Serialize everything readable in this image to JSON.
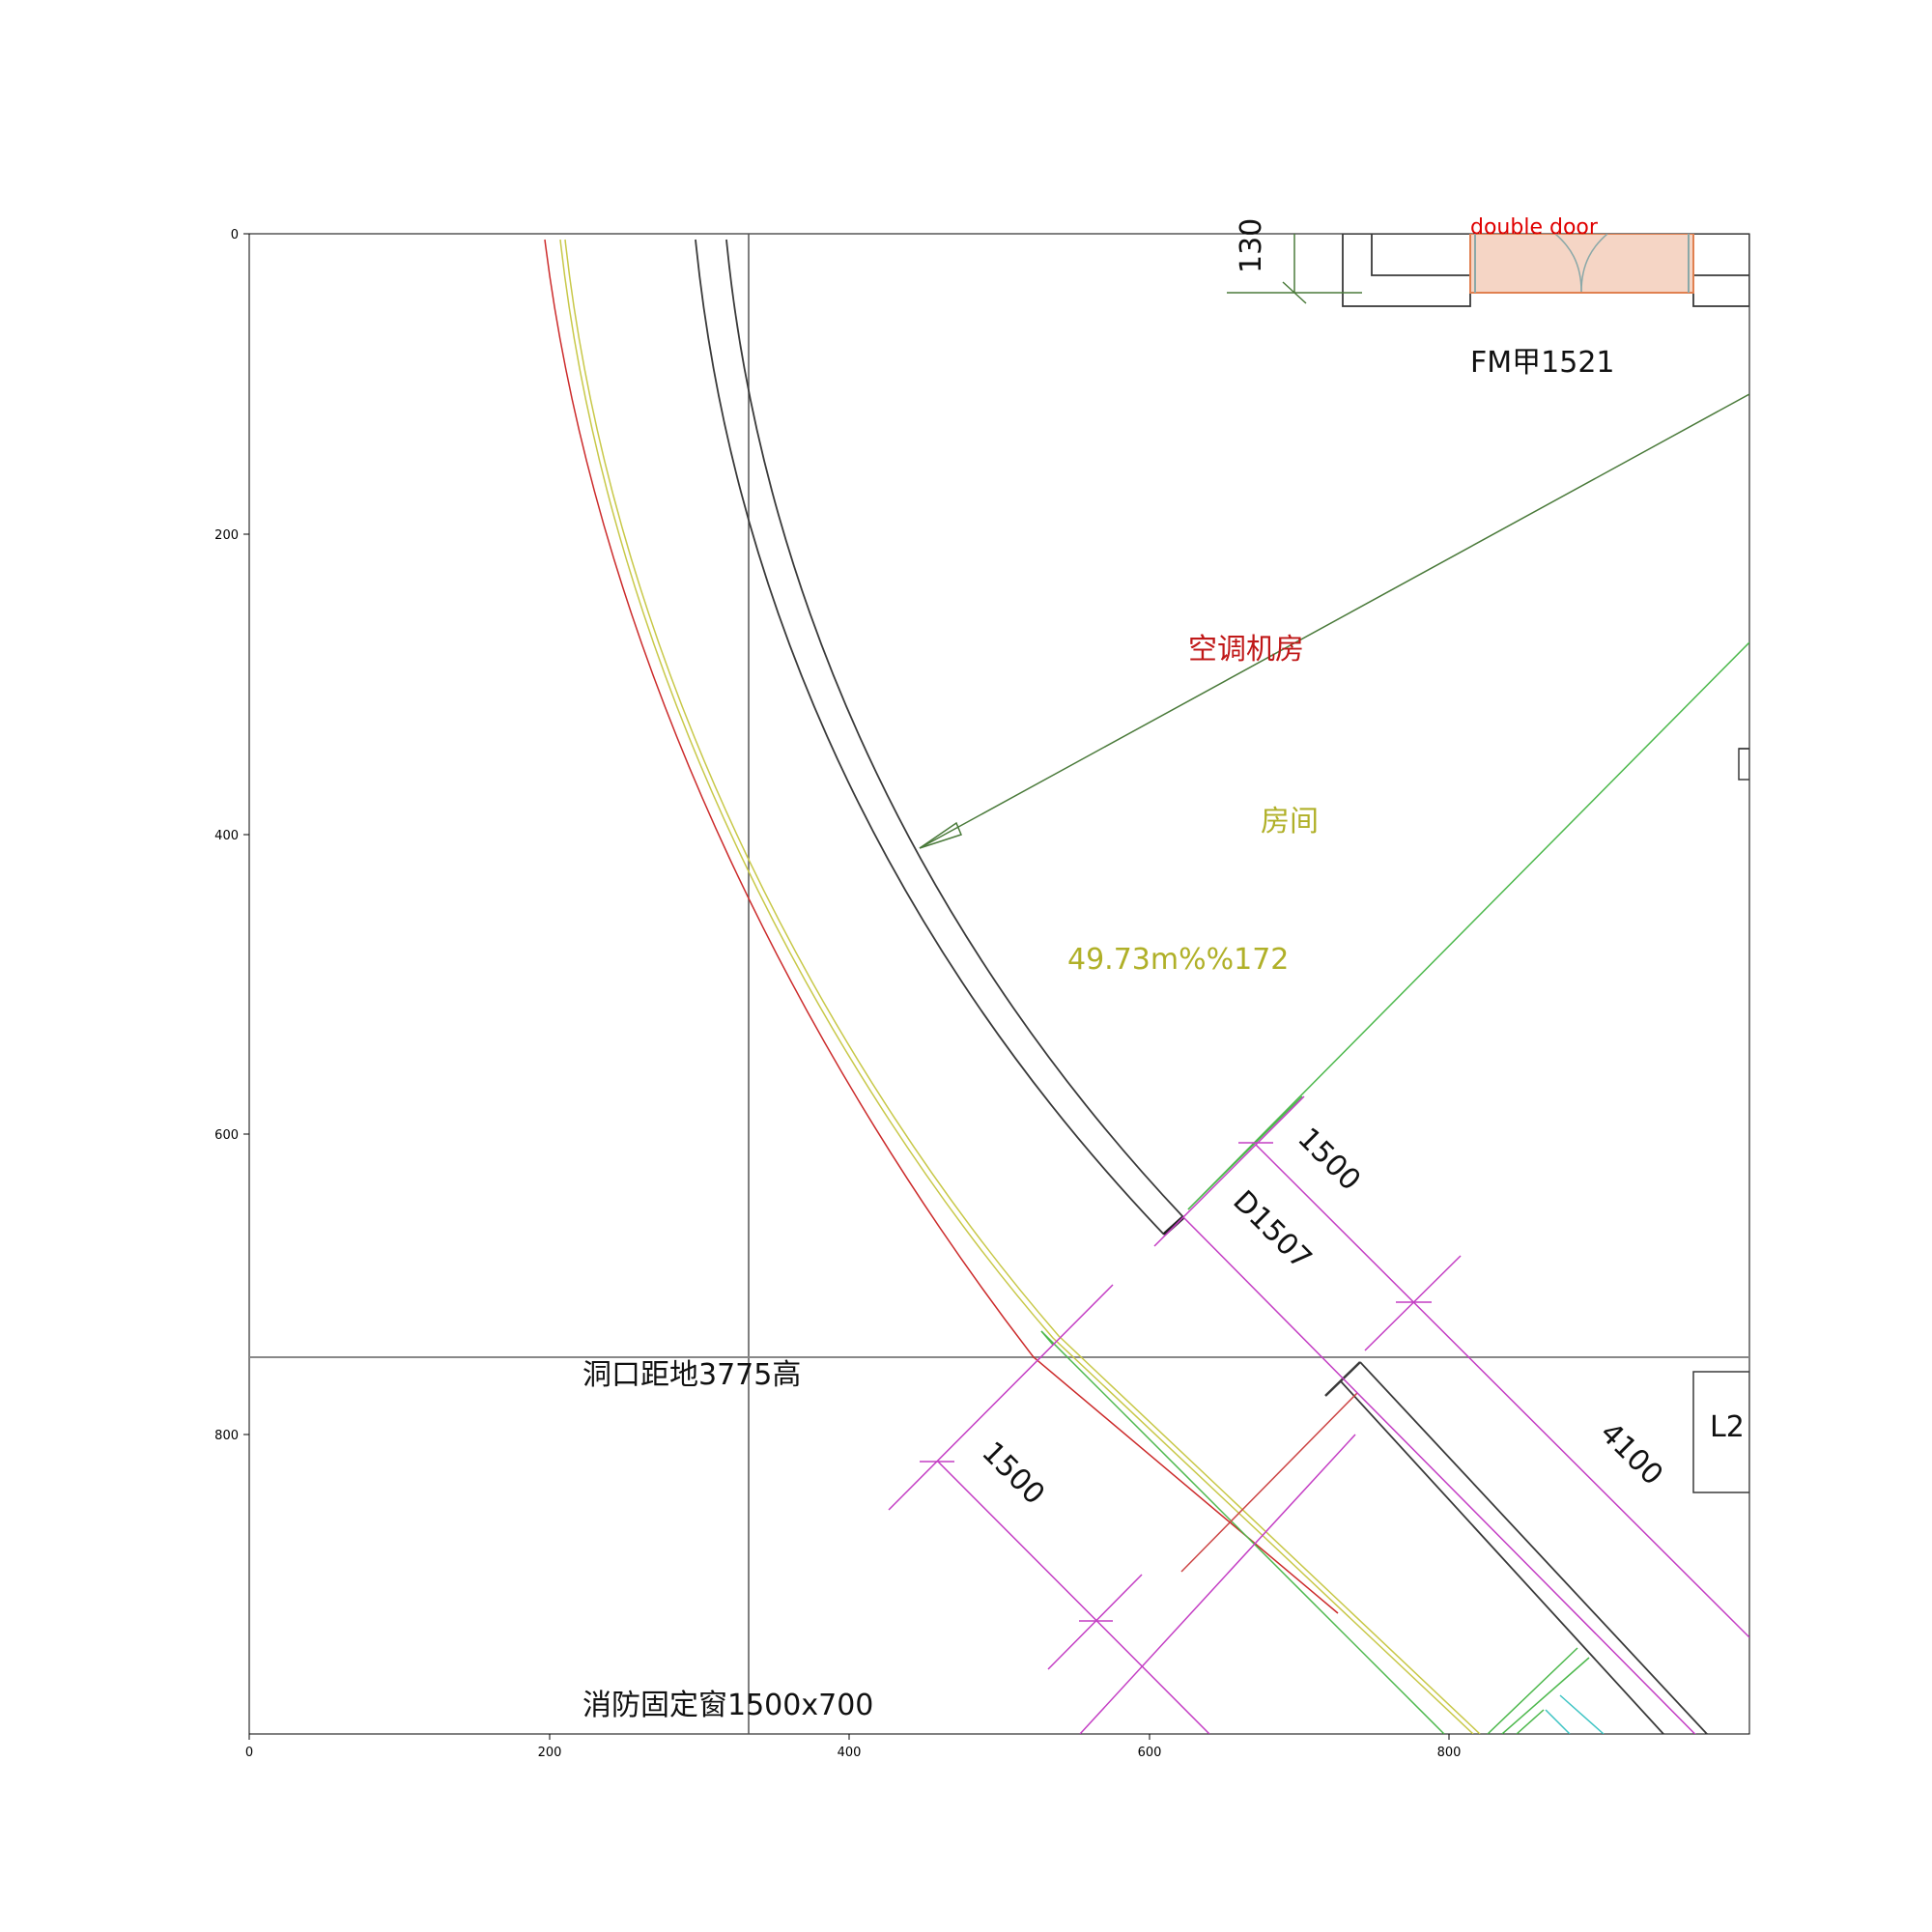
{
  "axes": {
    "x_ticks": [
      "0",
      "200",
      "400",
      "600",
      "800"
    ],
    "y_ticks": [
      "0",
      "200",
      "400",
      "600",
      "800"
    ]
  },
  "annotation": {
    "label": "double door"
  },
  "labels": {
    "door_code": "FM甲1521",
    "dim_130": "130",
    "room_ac": "空调机房",
    "room_name": "房间",
    "area": "49.73m%%172",
    "dim_1500_upper": "1500",
    "door_d1507": "D1507",
    "opening_height": "洞口距地3775高",
    "dim_1500_lower": "1500",
    "dim_4100": "4100",
    "axis_tag": "L2",
    "fire_window": "消防固定窗1500x700"
  },
  "colors": {
    "wall": "#3a3a3a",
    "red_line": "#cc2b2b",
    "yellow_line": "#c8c848",
    "green_line": "#4cb84c",
    "dark_green": "#4a7a3a",
    "magenta": "#c43ec4",
    "cyan": "#3ec4c4",
    "door_fill": "#f5d5c5",
    "door_edge": "#e08050",
    "annotation_text": "#e00000",
    "room_ac_text": "#c01818",
    "room_text": "#b0b028"
  }
}
